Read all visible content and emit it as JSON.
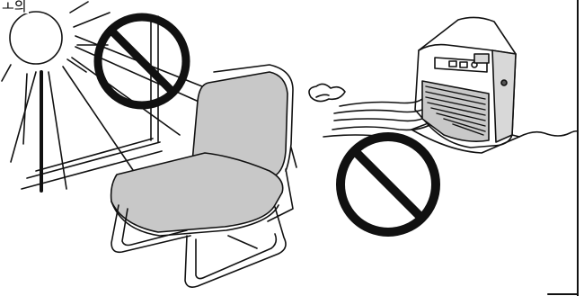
{
  "corner_label": "ㅗ의",
  "colors": {
    "line": "#111111",
    "fill_grey": "#c8c8c8",
    "fill_grey_light": "#d8d8d8",
    "prohibition": "#111111",
    "background": "#ffffff"
  },
  "icons": {
    "sun": "sun-icon",
    "window": "window-frame",
    "chair": "chair-illustration",
    "heater": "heater-illustration",
    "prohibit": "prohibition-icon",
    "air": "hot-air-flow-icon"
  }
}
